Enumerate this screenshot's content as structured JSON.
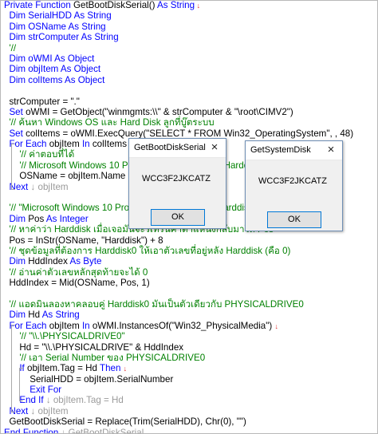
{
  "editor": {
    "lines": [
      {
        "parts": [
          {
            "t": "Private Function ",
            "c": "kw"
          },
          {
            "t": "GetBootDiskSerial() ",
            "c": ""
          },
          {
            "t": "As String",
            "c": "kw"
          },
          {
            "t": " ↓",
            "c": "fold-mark"
          }
        ]
      },
      {
        "parts": [
          {
            "t": "  Dim ",
            "c": "kw"
          },
          {
            "t": "SerialHDD ",
            "c": "kw"
          },
          {
            "t": "As String",
            "c": "kw"
          }
        ]
      },
      {
        "parts": [
          {
            "t": "  Dim ",
            "c": "kw"
          },
          {
            "t": "OSName ",
            "c": "kw"
          },
          {
            "t": "As String",
            "c": "kw"
          }
        ]
      },
      {
        "parts": [
          {
            "t": "  Dim ",
            "c": "kw"
          },
          {
            "t": "strComputer ",
            "c": "kw"
          },
          {
            "t": "As String",
            "c": "kw"
          }
        ]
      },
      {
        "parts": [
          {
            "t": "  '//",
            "c": "cm"
          }
        ]
      },
      {
        "parts": [
          {
            "t": "  Dim ",
            "c": "kw"
          },
          {
            "t": "oWMI ",
            "c": "kw"
          },
          {
            "t": "As Object",
            "c": "kw"
          }
        ]
      },
      {
        "parts": [
          {
            "t": "  Dim ",
            "c": "kw"
          },
          {
            "t": "objItem ",
            "c": "kw"
          },
          {
            "t": "As Object",
            "c": "kw"
          }
        ]
      },
      {
        "parts": [
          {
            "t": "  Dim ",
            "c": "kw"
          },
          {
            "t": "colItems ",
            "c": "kw"
          },
          {
            "t": "As Object",
            "c": "kw"
          }
        ]
      },
      {
        "parts": [
          {
            "t": "",
            "c": ""
          }
        ]
      },
      {
        "parts": [
          {
            "t": "  strComputer = \".\"",
            "c": ""
          }
        ]
      },
      {
        "parts": [
          {
            "t": "  Set ",
            "c": "kw"
          },
          {
            "t": "oWMI = GetObject(\"winmgmts:\\\\\" & strComputer & \"\\root\\CIMV2\")",
            "c": ""
          }
        ]
      },
      {
        "parts": [
          {
            "t": "  '// ค้นหา Windows OS และ Hard Disk ลูกที่บู๊ตระบบ",
            "c": "cm"
          }
        ]
      },
      {
        "parts": [
          {
            "t": "  Set ",
            "c": "kw"
          },
          {
            "t": "colItems = oWMI.ExecQuery(\"SELECT * FROM Win32_OperatingSystem\", , 48)",
            "c": ""
          }
        ]
      },
      {
        "parts": [
          {
            "t": "  For Each ",
            "c": "kw"
          },
          {
            "t": "objItem ",
            "c": ""
          },
          {
            "t": "In ",
            "c": "kw"
          },
          {
            "t": "colItems",
            "c": ""
          }
        ]
      },
      {
        "parts": [
          {
            "t": "      '// ค่าตอบที่ได้",
            "c": "cm"
          }
        ]
      },
      {
        "parts": [
          {
            "t": "      '// Microsoft Windows 10 Pro|C:\\Windows|\\Device\\Harddisk0\\Partition2",
            "c": "cm"
          }
        ]
      },
      {
        "parts": [
          {
            "t": "      OSName = objItem.Name",
            "c": ""
          }
        ]
      },
      {
        "parts": [
          {
            "t": "  Next ",
            "c": "kw"
          },
          {
            "t": "↓ objItem",
            "c": "fold"
          }
        ]
      },
      {
        "parts": [
          {
            "t": "",
            "c": ""
          }
        ]
      },
      {
        "parts": [
          {
            "t": "  '// \"Microsoft Windows 10 Pro|C:\\Windows|\\Device\\Harddisk0\\Partition2\"",
            "c": "cm"
          }
        ]
      },
      {
        "parts": [
          {
            "t": "  Dim ",
            "c": "kw"
          },
          {
            "t": "Pos ",
            "c": ""
          },
          {
            "t": "As Integer",
            "c": "kw"
          }
        ]
      },
      {
        "parts": [
          {
            "t": "  '// หาค่าว่า Harddisk เมื่อเจอมันจะรีเทิร์นค่าตำแหน่งกลับมาให้ Pos",
            "c": "cm"
          }
        ]
      },
      {
        "parts": [
          {
            "t": "  Pos = InStr(OSName, \"Harddisk\") + 8",
            "c": ""
          }
        ]
      },
      {
        "parts": [
          {
            "t": "  '// ชุดข้อมูลที่ต้องการ Harddisk0 ให้เอาตัวเลขที่อยู่หลัง Harddisk (คือ 0)",
            "c": "cm"
          }
        ]
      },
      {
        "parts": [
          {
            "t": "  Dim ",
            "c": "kw"
          },
          {
            "t": "HddIndex ",
            "c": ""
          },
          {
            "t": "As Byte",
            "c": "kw"
          }
        ]
      },
      {
        "parts": [
          {
            "t": "  '// อ่านค่าตัวเลขหลักสุดท้ายจะได้ 0",
            "c": "cm"
          }
        ]
      },
      {
        "parts": [
          {
            "t": "  HddIndex = Mid(OSName, Pos, 1)",
            "c": ""
          }
        ]
      },
      {
        "parts": [
          {
            "t": "",
            "c": ""
          }
        ]
      },
      {
        "parts": [
          {
            "t": "  '// แอดมินลองหาคลอบคู่ Harddisk0 มันเป็นตัวเดียวกับ PHYSICALDRIVE0",
            "c": "cm"
          }
        ]
      },
      {
        "parts": [
          {
            "t": "  Dim ",
            "c": "kw"
          },
          {
            "t": "Hd ",
            "c": ""
          },
          {
            "t": "As String",
            "c": "kw"
          }
        ]
      },
      {
        "parts": [
          {
            "t": "  For Each ",
            "c": "kw"
          },
          {
            "t": "objItem ",
            "c": ""
          },
          {
            "t": "In ",
            "c": "kw"
          },
          {
            "t": "oWMI.InstancesOf(\"Win32_PhysicalMedia\") ",
            "c": ""
          },
          {
            "t": "↓",
            "c": "fold-mark"
          }
        ]
      },
      {
        "parts": [
          {
            "t": "      '// \"\\\\.\\PHYSICALDRIVE0\"",
            "c": "cm"
          }
        ]
      },
      {
        "parts": [
          {
            "t": "      Hd = \"\\\\.\\PHYSICALDRIVE\" & HddIndex",
            "c": ""
          }
        ]
      },
      {
        "parts": [
          {
            "t": "      '// เอา Serial Number ของ PHYSICALDRIVE0",
            "c": "cm"
          }
        ]
      },
      {
        "parts": [
          {
            "t": "      If ",
            "c": "kw"
          },
          {
            "t": "objItem.Tag = Hd ",
            "c": ""
          },
          {
            "t": "Then ",
            "c": "kw"
          },
          {
            "t": "↓",
            "c": "fold-mark"
          }
        ]
      },
      {
        "parts": [
          {
            "t": "          SerialHDD = objItem.SerialNumber",
            "c": ""
          }
        ]
      },
      {
        "parts": [
          {
            "t": "          Exit For",
            "c": "kw"
          }
        ]
      },
      {
        "parts": [
          {
            "t": "      End If ",
            "c": "kw"
          },
          {
            "t": "↓ objItem.Tag = Hd",
            "c": "fold"
          }
        ]
      },
      {
        "parts": [
          {
            "t": "  Next ",
            "c": "kw"
          },
          {
            "t": "↓ objItem",
            "c": "fold"
          }
        ]
      },
      {
        "parts": [
          {
            "t": "  GetBootDiskSerial = Replace(Trim(SerialHDD), Chr(0), \"\")",
            "c": ""
          }
        ]
      },
      {
        "parts": [
          {
            "t": "End Function ",
            "c": "kw"
          },
          {
            "t": "↓ GetBootDiskSerial",
            "c": "fold"
          }
        ]
      }
    ]
  },
  "dialogs": [
    {
      "id": "bootdisk",
      "title": "GetBootDiskSerial",
      "message": "WCC3F2JKCATZ",
      "ok": "OK"
    },
    {
      "id": "sysdisk",
      "title": "GetSystemDisk",
      "message": "WCC3F2JKCATZ",
      "ok": "OK"
    }
  ],
  "icons": {
    "close": "×"
  }
}
